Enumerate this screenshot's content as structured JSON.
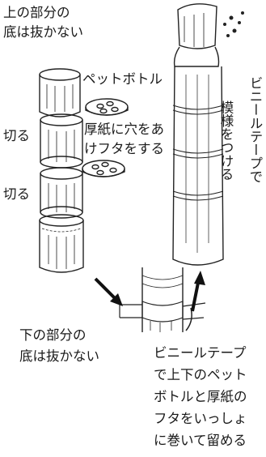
{
  "labels": {
    "top_bottle_line1": "上の部分の",
    "top_bottle_line2": "底は抜かない",
    "pet_bottle": "ペットボトル",
    "cut_1": "切る",
    "cut_2": "切る",
    "cardboard_line1": "厚紙に穴をあ",
    "cardboard_line2": "けフタをする",
    "bottom_bottle_line1": "下の部分の",
    "bottom_bottle_line2": "底は抜かない",
    "pattern": "模様をつける",
    "vinyl_tape": "ビニールテープで",
    "tape_line1": "ビニールテープ",
    "tape_line2": "で上下のペット",
    "tape_line3": "ボトルと厚紙の",
    "tape_line4": "フタをいっしょ",
    "tape_line5": "に巻いて留める"
  },
  "icons": [
    "bottle-top-icon",
    "bottle-middle-icon",
    "bottle-bottom-icon",
    "cardboard-lid-icon",
    "assembled-bottle-icon",
    "arrow-icon"
  ]
}
